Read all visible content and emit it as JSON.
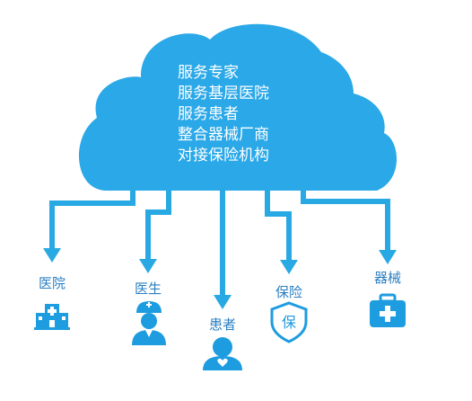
{
  "cloud": {
    "lines": [
      "服务专家",
      "服务基层医院",
      "服务患者",
      "整合器械厂商",
      "对接保险机构"
    ]
  },
  "nodes": [
    {
      "label": "医院",
      "icon": "hospital-building-icon"
    },
    {
      "label": "医生",
      "icon": "doctor-icon"
    },
    {
      "label": "患者",
      "icon": "patient-icon"
    },
    {
      "label": "保险",
      "icon": "insurance-shield-icon"
    },
    {
      "label": "器械",
      "icon": "medical-kit-icon"
    }
  ],
  "colors": {
    "cloud": "#2aa8e8",
    "connector": "#29a9e3",
    "label_text": "#2a7fc2",
    "icon": "#1e9ce0",
    "cloud_text": "#ffffff"
  }
}
